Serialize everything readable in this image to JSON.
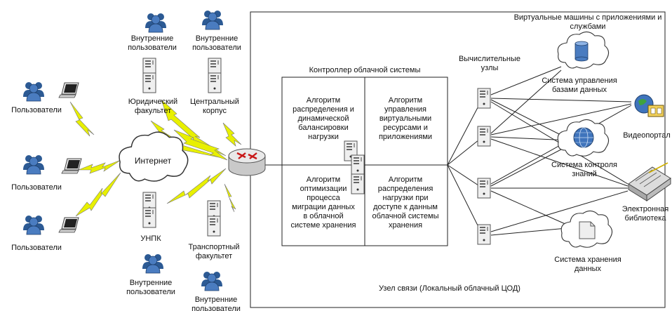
{
  "labels": {
    "vm_title": [
      "Виртуальные машины с  приложениями и",
      "службами"
    ],
    "users_int_1": [
      "Внутренние",
      "пользователи"
    ],
    "users_int_2": [
      "Внутренние",
      "пользователи"
    ],
    "users_int_3": [
      "Внутренние",
      "пользователи"
    ],
    "users_int_4": [
      "Внутренние",
      "пользователи"
    ],
    "users_1": "Пользователи",
    "users_2": "Пользователи",
    "users_3": "Пользователи",
    "law_faculty": [
      "Юридический",
      "факультет"
    ],
    "central_bldg": [
      "Центральный",
      "корпус"
    ],
    "unpk": "УНПК",
    "transport_faculty": [
      "Транспортный",
      "факультет"
    ],
    "internet": "Интернет",
    "controller_title": "Контроллер облачной системы",
    "algo_1": [
      "Алгоритм",
      "распределения и",
      "динамической",
      "балансировки",
      "нагрузки"
    ],
    "algo_2": [
      "Алгоритм",
      "управления",
      "виртуальными",
      "ресурсами и",
      "приложениями"
    ],
    "algo_3": [
      "Алгоритм",
      "оптимизации",
      "процесса",
      "миграции данных",
      "в облачной",
      "системе хранения"
    ],
    "algo_4": [
      "Алгоритм",
      "распределения",
      "нагрузки при",
      "доступе к данным",
      "облачной системы",
      "хранения"
    ],
    "compute_nodes": [
      "Вычислительные",
      "узлы"
    ],
    "dbms": [
      "Система управления",
      "базами данных"
    ],
    "video_portal": "Видеопортал",
    "knowledge": [
      "Система контроля",
      "знаний"
    ],
    "elibrary": [
      "Электронная",
      "библиотека"
    ],
    "storage": [
      "Система хранения",
      "данных"
    ],
    "node_title": "Узел связи (Локальный облачный ЦОД)"
  }
}
